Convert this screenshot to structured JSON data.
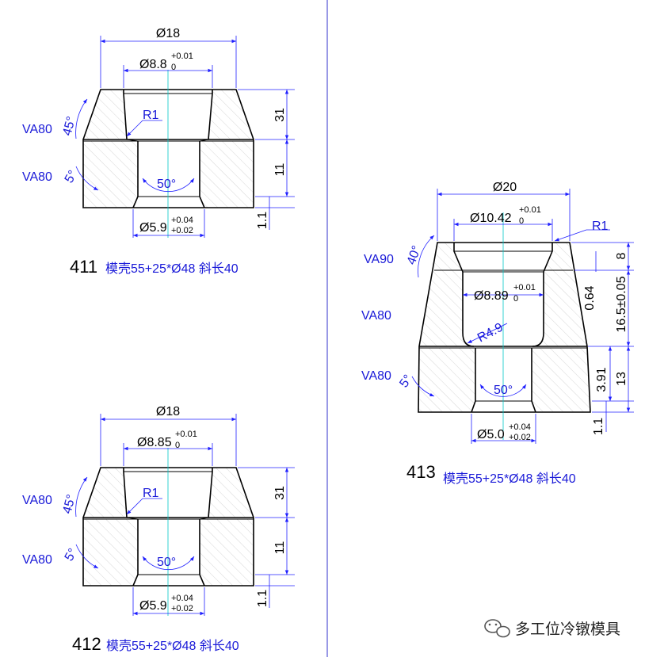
{
  "part_411": {
    "label": "411",
    "description": "模壳55+25*Ø48  斜长40",
    "dim_top_dia": "Ø18",
    "dim_bore_dia": "Ø8.8",
    "dim_bore_tol_upper": "+0.01",
    "dim_bore_tol_lower": "0",
    "dim_bottom_dia": "Ø5.9",
    "dim_bottom_tol_upper": "+0.04",
    "dim_bottom_tol_lower": "+0.02",
    "dim_radius": "R1",
    "dim_top_angle": "45°",
    "dim_side_angle": "5°",
    "dim_cone_angle": "50°",
    "dim_h_upper": "31",
    "dim_h_lower": "11",
    "dim_h_bottom": "1.1",
    "material_upper": "VA80",
    "material_lower": "VA80"
  },
  "part_412": {
    "label": "412",
    "description": "模壳55+25*Ø48  斜长40",
    "dim_top_dia": "Ø18",
    "dim_bore_dia": "Ø8.85",
    "dim_bore_tol_upper": "+0.01",
    "dim_bore_tol_lower": "0",
    "dim_bottom_dia": "Ø5.9",
    "dim_bottom_tol_upper": "+0.04",
    "dim_bottom_tol_lower": "+0.02",
    "dim_radius": "R1",
    "dim_top_angle": "45°",
    "dim_side_angle": "5°",
    "dim_cone_angle": "50°",
    "dim_h_upper": "31",
    "dim_h_lower": "11",
    "dim_h_bottom": "1.1",
    "material_upper": "VA80",
    "material_lower": "VA80"
  },
  "part_413": {
    "label": "413",
    "description": "模壳55+25*Ø48  斜长40",
    "dim_top_dia": "Ø20",
    "dim_bore_dia": "Ø10.42",
    "dim_bore_tol_upper": "+0.01",
    "dim_bore_tol_lower": "0",
    "dim_mid_dia": "Ø8.89",
    "dim_mid_tol_upper": "+0.01",
    "dim_mid_tol_lower": "0",
    "dim_bottom_dia": "Ø5.0",
    "dim_bottom_tol_upper": "+0.04",
    "dim_bottom_tol_lower": "+0.02",
    "dim_radius_top": "R1",
    "dim_radius_mid": "R4.9",
    "dim_top_angle": "40°",
    "dim_side_angle": "5°",
    "dim_cone_angle": "50°",
    "dim_h_top": "8",
    "dim_h_step": "0.64",
    "dim_h_mid": "16.5±0.05",
    "dim_h_lower": "13",
    "dim_h_cone": "3.91",
    "dim_h_bottom": "1.1",
    "material_top": "VA90",
    "material_mid": "VA80",
    "material_lower": "VA80"
  },
  "watermark": {
    "text": "多工位冷镦模具"
  },
  "colors": {
    "outline": "#000000",
    "dimension": "#2020ff",
    "centerline": "#00c8c8",
    "hatch": "#9a9a9a",
    "divider": "#3333cc"
  }
}
